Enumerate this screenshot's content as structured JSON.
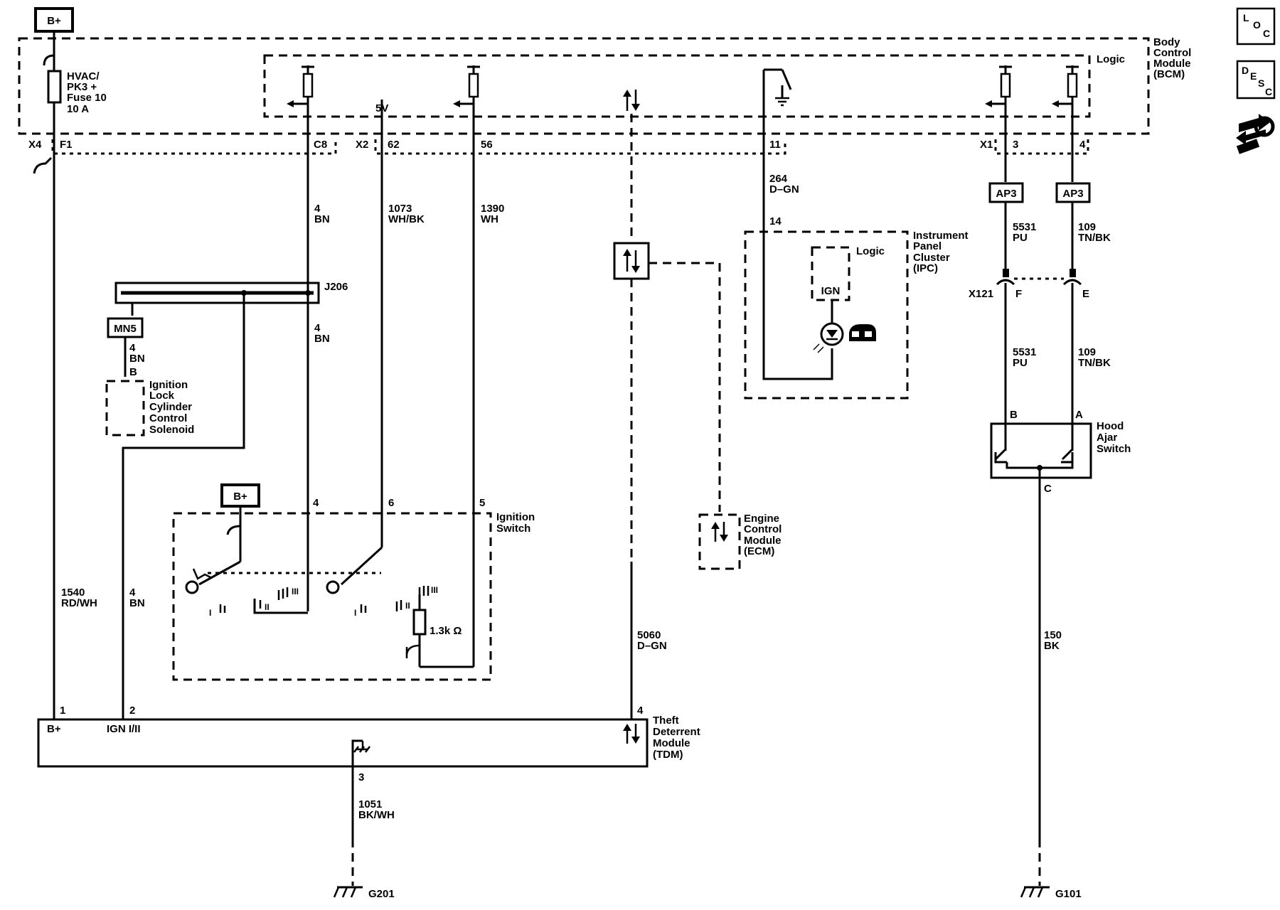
{
  "battery": {
    "top": "B+",
    "switch": "B+"
  },
  "bcm": {
    "name": [
      "Body",
      "Control",
      "Module",
      "(BCM)"
    ],
    "logic": "Logic",
    "fuse": [
      "HVAC/",
      "PK3 +",
      "Fuse 10",
      "10 A"
    ],
    "five_volt": "5V",
    "connectors": {
      "x4": "X4",
      "f1": "F1",
      "c8": "C8",
      "x2": "X2",
      "p62": "62",
      "p56": "56",
      "p11": "11",
      "x1": "X1",
      "p3": "3",
      "p4": "4"
    }
  },
  "wires": {
    "w4a": [
      "4",
      "BN"
    ],
    "w1073": [
      "1073",
      "WH/BK"
    ],
    "w1390": [
      "1390",
      "WH"
    ],
    "w264": [
      "264",
      "D–GN"
    ],
    "w5531a": [
      "5531",
      "PU"
    ],
    "w109a": [
      "109",
      "TN/BK"
    ],
    "w4b": [
      "4",
      "BN"
    ],
    "w4c": [
      "4",
      "BN"
    ],
    "w5531b": [
      "5531",
      "PU"
    ],
    "w109b": [
      "109",
      "TN/BK"
    ],
    "w1540": [
      "1540",
      "RD/WH"
    ],
    "w4d": [
      "4",
      "BN"
    ],
    "w5060": [
      "5060",
      "D–GN"
    ],
    "w150": [
      "150",
      "BK"
    ],
    "w1051": [
      "1051",
      "BK/WH"
    ]
  },
  "splice": "J206",
  "mn5": {
    "label": "MN5",
    "pin": "B",
    "name": [
      "Ignition",
      "Lock",
      "Cylinder",
      "Control",
      "Solenoid"
    ]
  },
  "ap3": {
    "left": "AP3",
    "right": "AP3"
  },
  "ipc": {
    "name": [
      "Instrument",
      "Panel",
      "Cluster",
      "(IPC)"
    ],
    "logic": "Logic",
    "ign": "IGN",
    "pin14": "14"
  },
  "x121": {
    "label": "X121",
    "f": "F",
    "e": "E"
  },
  "hood": {
    "name": [
      "Hood",
      "Ajar",
      "Switch"
    ],
    "b": "B",
    "a": "A",
    "c": "C"
  },
  "ignition_switch": {
    "name": [
      "Ignition",
      "Switch"
    ],
    "pins": {
      "p4": "4",
      "p6": "6",
      "p5": "5"
    },
    "positions": [
      "I",
      "II",
      "III",
      "I",
      "II",
      "III"
    ],
    "resistor": "1.3k Ω"
  },
  "ecm": {
    "name": [
      "Engine",
      "Control",
      "Module",
      "(ECM)"
    ]
  },
  "tdm": {
    "name": [
      "Theft",
      "Deterrent",
      "Module",
      "(TDM)"
    ],
    "bplus": "B+",
    "ign": "IGN I/II",
    "pins": {
      "p1": "1",
      "p2": "2",
      "p3": "3",
      "p4": "4"
    }
  },
  "grounds": {
    "g201": "G201",
    "g101": "G101"
  },
  "nav": {
    "loc": [
      "L",
      "O",
      "C"
    ],
    "desc": [
      "D",
      "E",
      "S",
      "C"
    ]
  }
}
